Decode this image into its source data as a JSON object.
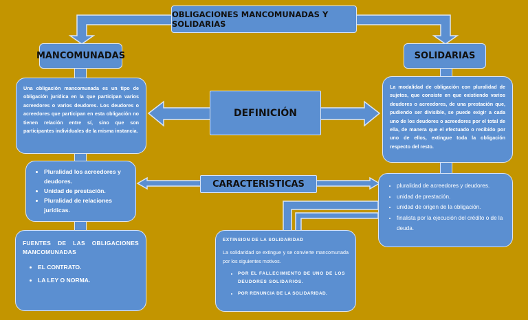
{
  "title": "OBLIGACIONES MANCOMUNADAS Y SOLIDARIAS",
  "mancomunadas": {
    "heading": "MANCOMUNADAS",
    "definition": "Una obligación mancomunada es un tipo de obligación jurídica en la que participan varios acreedores o varios deudores. Los deudores o acreedores que participan en esta obligación no tienen relación entre sí, sino que son participantes individuales de la misma instancia.",
    "characteristics": [
      "Pluralidad los acreedores y deudores.",
      "Unidad de prestación.",
      "Pluralidad de relaciones jurídicas."
    ],
    "sources_heading": "FUENTES DE LAS OBLIGACIONES MANCOMUNADAS",
    "sources": [
      "EL CONTRATO.",
      "LA LEY O NORMA."
    ]
  },
  "solidarias": {
    "heading": "SOLIDARIAS",
    "definition": "La modalidad de obligación con pluralidad de sujetos, que consiste en que existiendo varios deudores o acreedores, de una prestación que, pudiendo ser divisible, se puede exigir a cada uno de los deudores o acreedores por el total de ella, de manera que el efectuado o recibido por uno de ellos, extingue toda la obligación respecto del resto.",
    "characteristics": [
      "pluralidad de acreedores y deudores.",
      "unidad de prestación.",
      "unidad de origen de la obligación.",
      "finalista por la ejecución del crédito o de la deuda."
    ],
    "extinction_heading": "EXTINSION DE LA SOLIDARIDAD",
    "extinction_text": "La solidaridad se extingue y se convierte mancomunada por los siguientes motivos.",
    "extinction_items": [
      "POR EL FALLECIMIENTO DE UNO DE LOS DEUDORES SOLIDARIOS.",
      "POR RENUNCIA DE LA SOLIDARIDAD."
    ]
  },
  "center": {
    "definition_label": "DEFINICIÓN",
    "characteristics_label": "CARACTERISTICAS"
  },
  "colors": {
    "background": "#c39500",
    "box_fill": "#5b8fd1",
    "box_border": "#dbe6f5"
  }
}
